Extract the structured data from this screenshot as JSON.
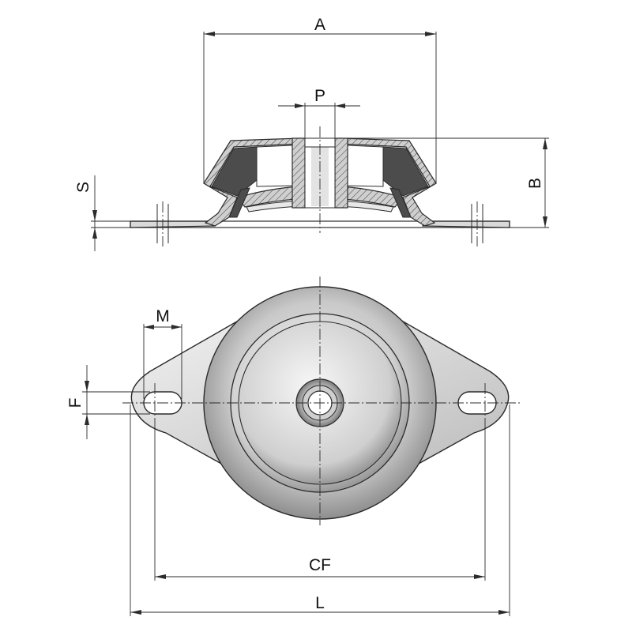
{
  "labels": {
    "A": "A",
    "P": "P",
    "B": "B",
    "S": "S",
    "M": "M",
    "F": "F",
    "CF": "CF",
    "L": "L"
  },
  "colors": {
    "line": "#2b2b2b",
    "hatch_fill": "#bdbdbd",
    "rubber": "#4c4c4c",
    "metal_light": "#e6e6e6",
    "metal_dark": "#8a8a8a"
  }
}
